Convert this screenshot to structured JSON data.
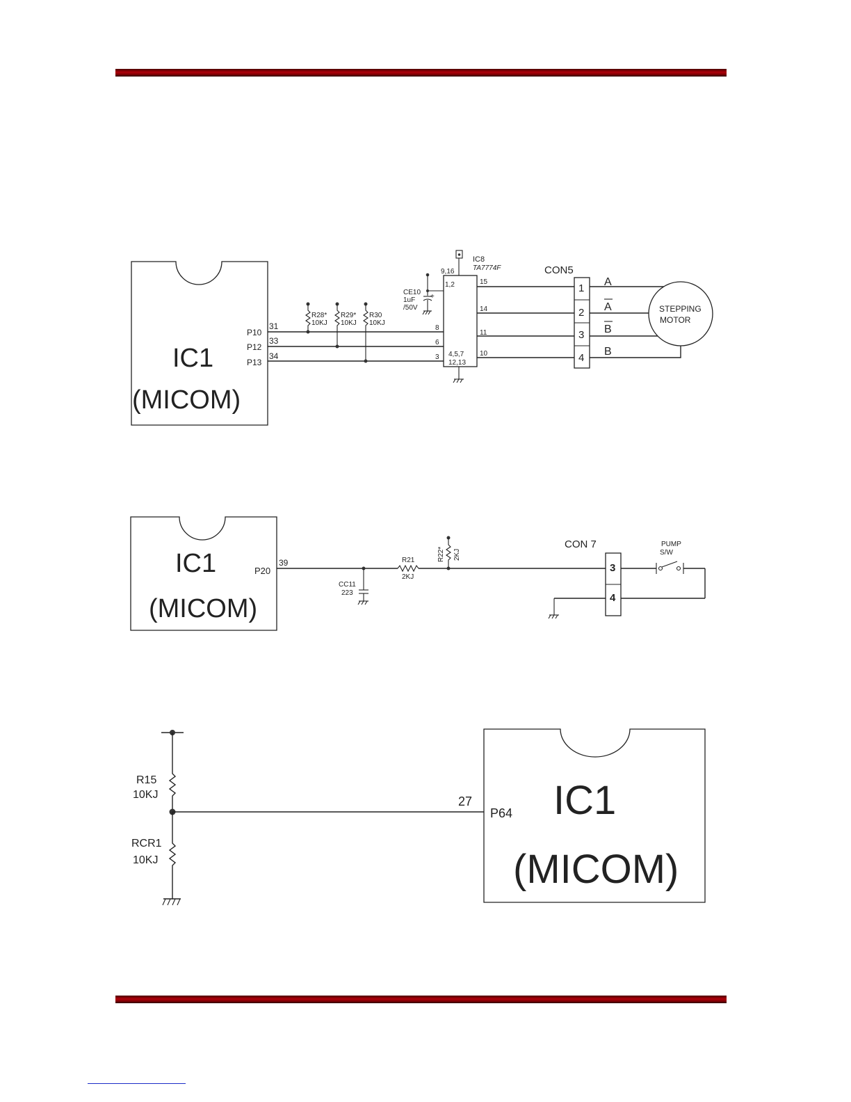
{
  "diagram1": {
    "ic_name": "IC1",
    "ic_sub": "(MICOM)",
    "pins": [
      {
        "label": "P10",
        "num": "31"
      },
      {
        "label": "P12",
        "num": "33"
      },
      {
        "label": "P13",
        "num": "34"
      }
    ],
    "resistors": [
      {
        "name": "R28*",
        "value": "10KJ"
      },
      {
        "name": "R29*",
        "value": "10KJ"
      },
      {
        "name": "R30",
        "value": "10KJ"
      }
    ],
    "capacitor": {
      "name": "CE10",
      "value": "1uF",
      "voltage": "/50V",
      "plus": "+"
    },
    "driver": {
      "name": "IC8",
      "part": "TA7774F",
      "pin_vcc": "9,16",
      "pin_cap": "1,2",
      "pin_gnd_a": "4,5,7",
      "pin_gnd_b": "12,13",
      "in_pins": [
        "8",
        "6",
        "3"
      ],
      "out_pins": [
        "15",
        "14",
        "11",
        "10"
      ]
    },
    "connector": {
      "name": "CON5",
      "pins": [
        "1",
        "2",
        "3",
        "4"
      ]
    },
    "phases": [
      "A",
      "A",
      "B",
      "B"
    ],
    "motor": {
      "line1": "STEPPING",
      "line2": "MOTOR"
    }
  },
  "diagram2": {
    "ic_name": "IC1",
    "ic_sub": "(MICOM)",
    "pin_label": "P20",
    "pin_num": "39",
    "capacitor": {
      "name": "CC11",
      "value": "223"
    },
    "r21": {
      "name": "R21",
      "value": "2KJ"
    },
    "r22": {
      "name": "R22*",
      "value": "2KJ"
    },
    "connector": {
      "name": "CON 7",
      "pins": [
        "3",
        "4"
      ]
    },
    "switch": {
      "line1": "PUMP",
      "line2": "S/W"
    }
  },
  "diagram3": {
    "ic_name": "IC1",
    "ic_sub": "(MICOM)",
    "pin_label": "P64",
    "pin_num": "27",
    "r15": {
      "name": "R15",
      "value": "10KJ"
    },
    "rcr1": {
      "name": "RCR1",
      "value": "10KJ"
    }
  },
  "colors": {
    "rule": "#9c0008",
    "link_underline": "#1a2cc8"
  }
}
